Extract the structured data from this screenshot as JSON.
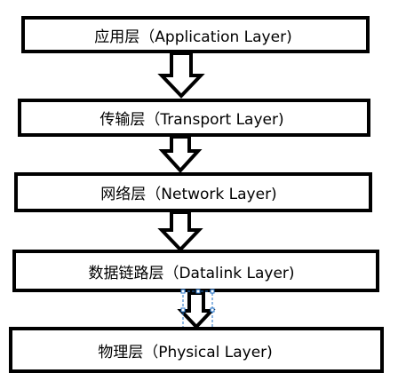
{
  "layers": [
    {
      "label": "应用层（Application Layer)"
    },
    {
      "label": "传输层（Transport Layer)"
    },
    {
      "label": "网络层（Network Layer)"
    },
    {
      "label": "数据链路层（Datalink Layer)"
    },
    {
      "label": "物理层（Physical Layer)"
    }
  ],
  "colors": {
    "stroke": "#000000",
    "fill": "#ffffff",
    "selection": "#1f6fc5"
  }
}
